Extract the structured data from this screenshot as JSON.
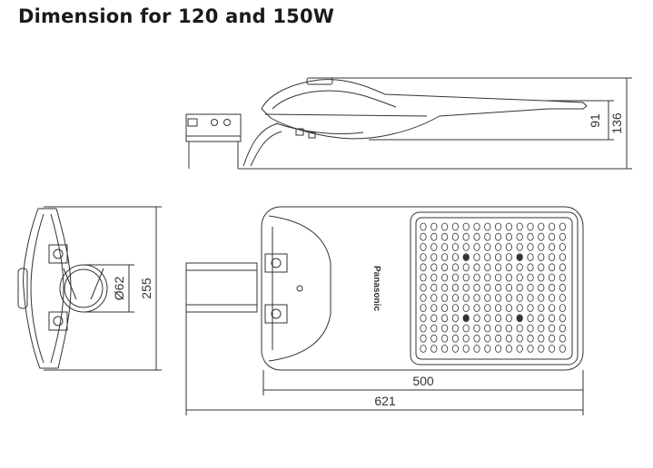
{
  "title": "Dimension for 120 and 150W",
  "brand": "Panasonic",
  "dimensions": {
    "height_body": "91",
    "height_total": "136",
    "width_front": "255",
    "pole_diameter": "Ø62",
    "length_body": "500",
    "length_total": "621"
  },
  "colors": {
    "line": "#333333",
    "text": "#1a1a1a"
  }
}
